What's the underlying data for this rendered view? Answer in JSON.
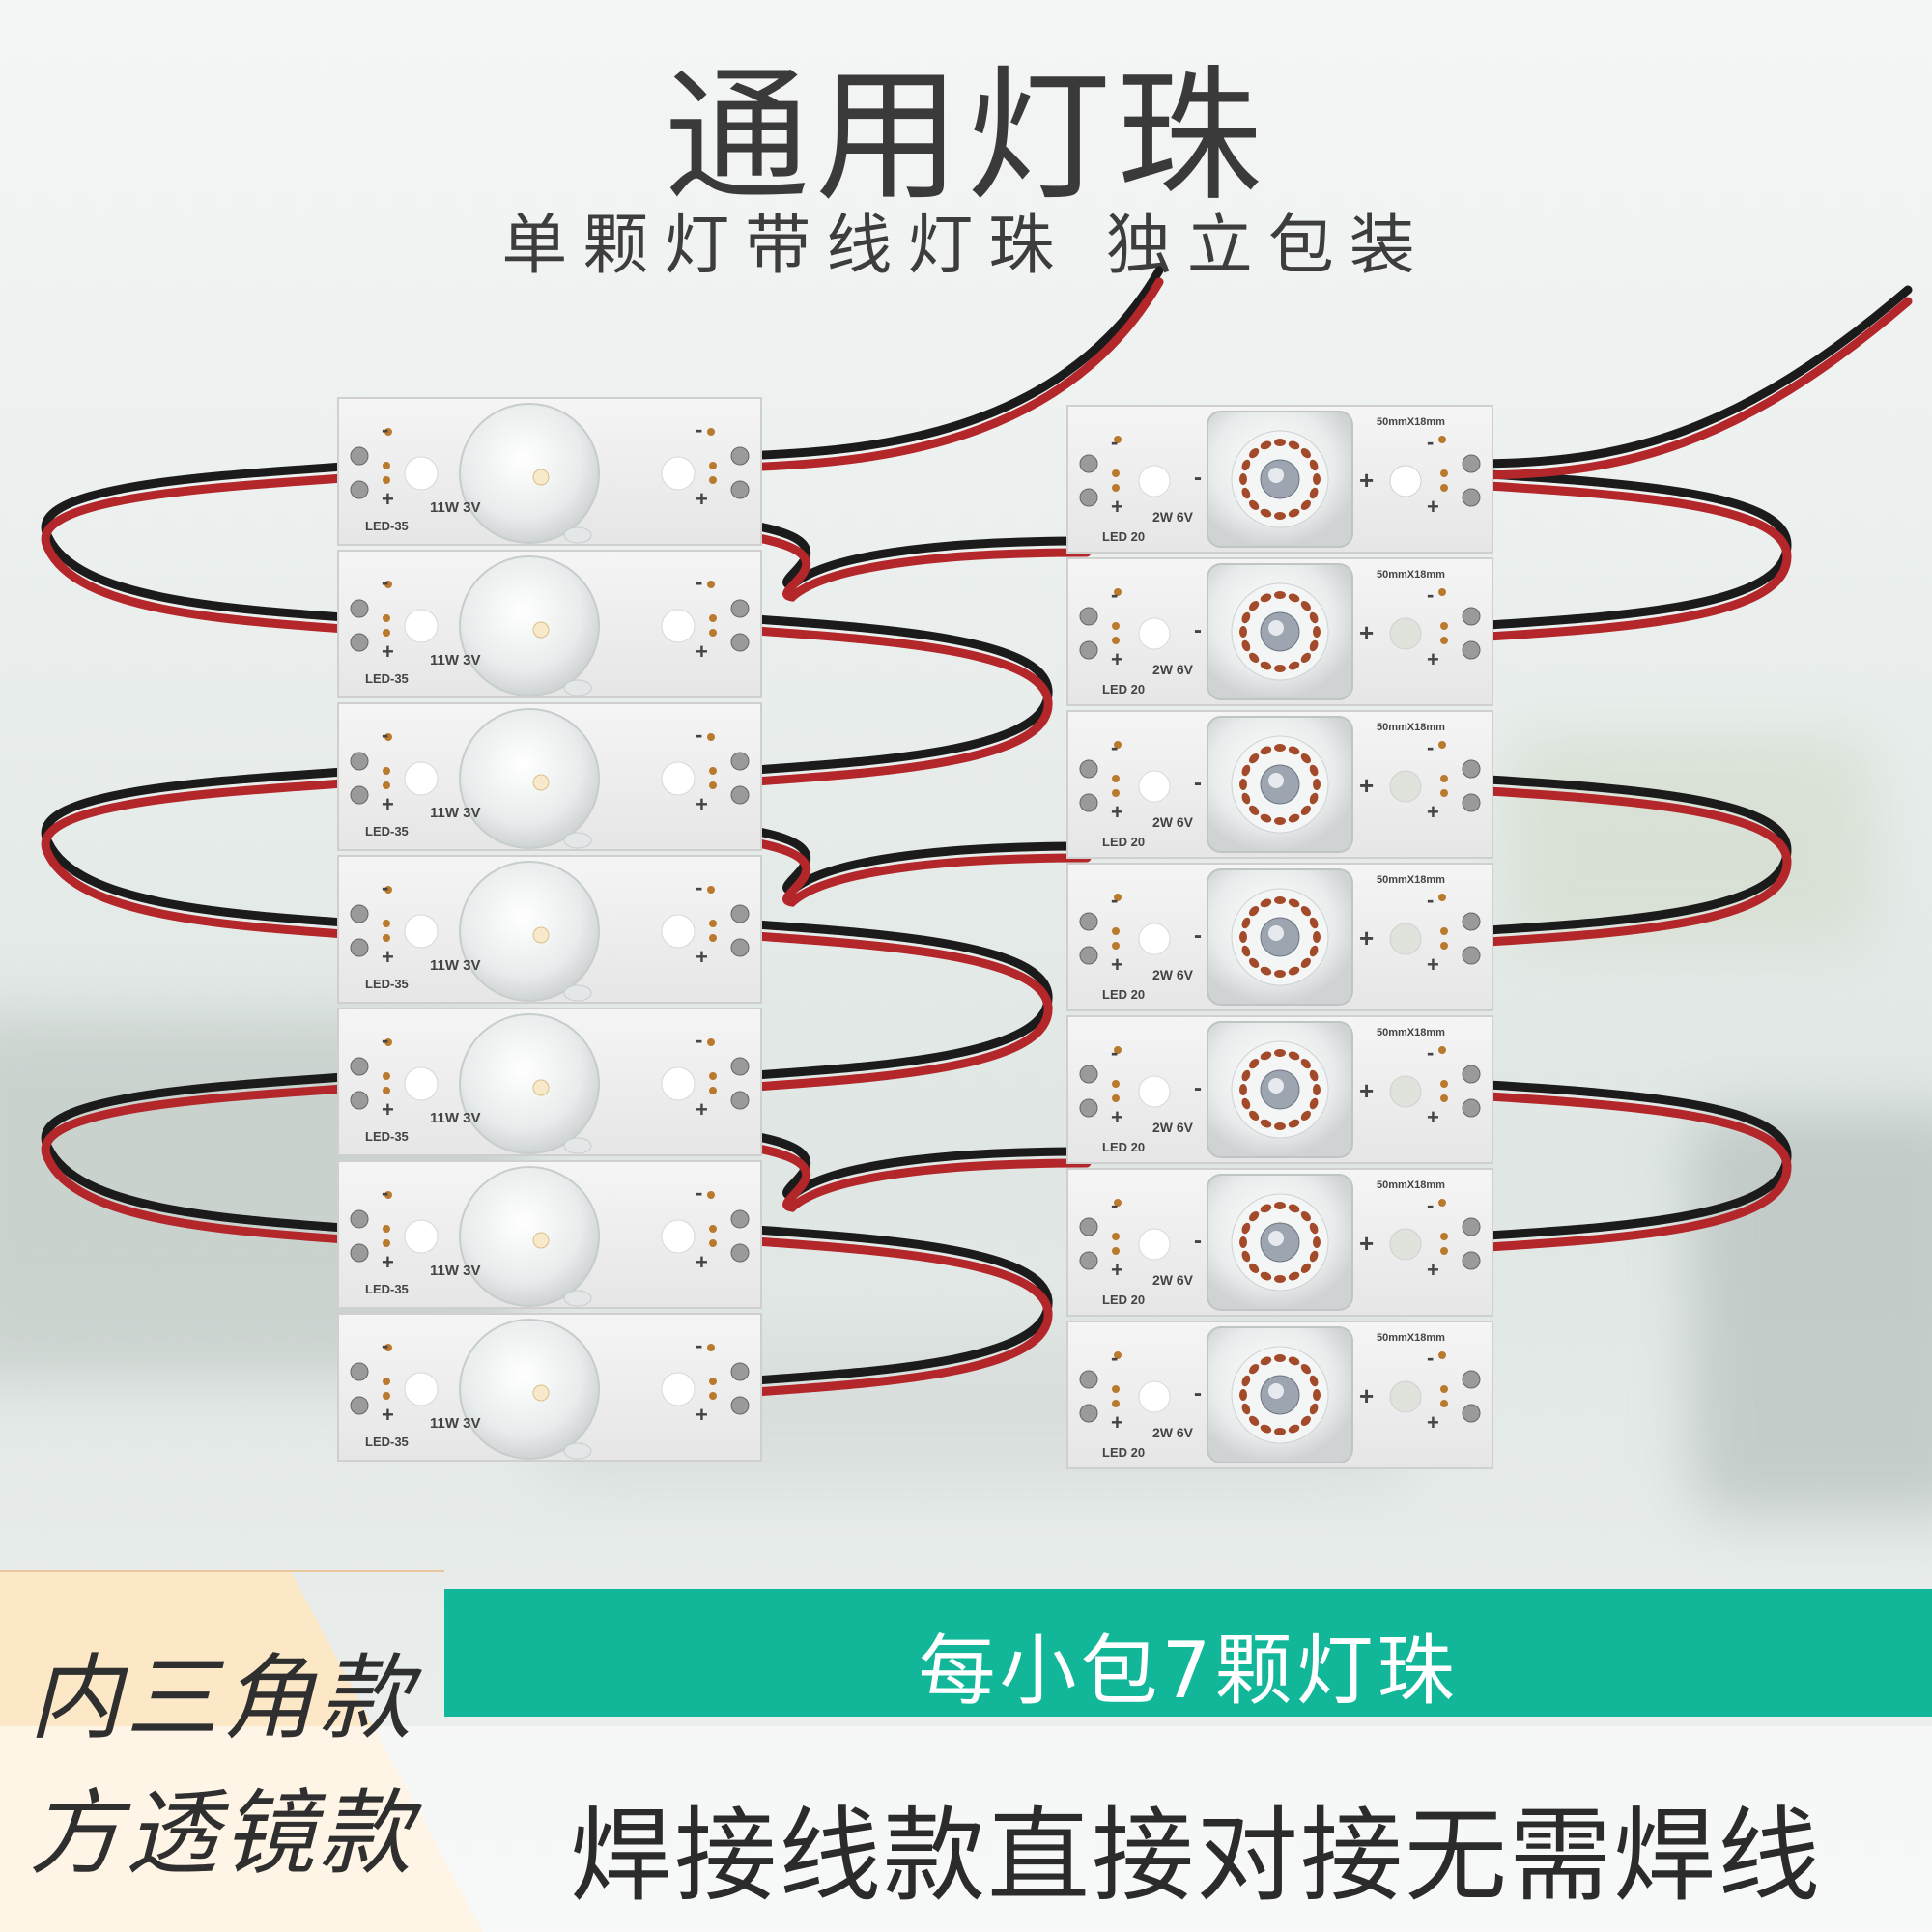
{
  "header": {
    "title": "通用灯珠",
    "subtitle": "单颗灯带线灯珠 独立包装"
  },
  "boards": {
    "left_model": "LED-35",
    "left_spec": "11W 3V",
    "right_model": "LED 20",
    "right_spec": "2W 6V",
    "right_size": "50mmX18mm",
    "minus": "-",
    "plus": "+"
  },
  "banner": {
    "teal_text": "每小包7颗灯珠",
    "left_line1": "内三角款",
    "left_line2": "方透镜款",
    "bottom_text": "焊接线款直接对接无需焊线"
  },
  "colors": {
    "accent": "#12b79a",
    "wire_red": "#b3262a",
    "wire_black": "#1b1b1b",
    "board": "#f1f1f1"
  }
}
